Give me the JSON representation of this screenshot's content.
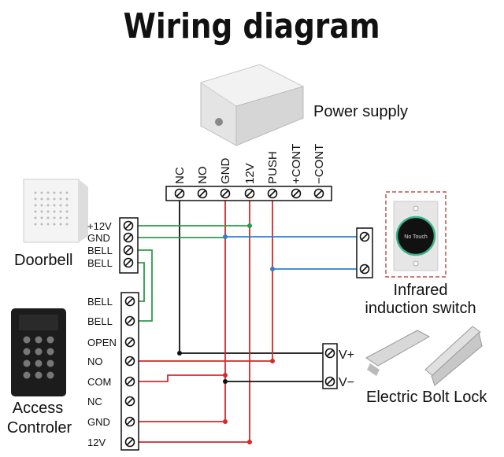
{
  "title": "Wiring diagram",
  "components": {
    "power_supply": {
      "label": "Power supply",
      "terminals": [
        "NC",
        "NO",
        "GND",
        "12V",
        "PUSH",
        "+CONT",
        "−CONT"
      ]
    },
    "doorbell": {
      "label": "Doorbell",
      "terminals": [
        "+12V",
        "GND",
        "BELL",
        "BELL"
      ]
    },
    "access_controller": {
      "label_line1": "Access",
      "label_line2": "Controler",
      "terminals": [
        "BELL",
        "BELL",
        "OPEN",
        "NO",
        "COM",
        "NC",
        "GND",
        "12V"
      ]
    },
    "infrared_switch": {
      "label_line1": "Infrared",
      "label_line2": "induction switch",
      "button_text": "No Touch"
    },
    "lock": {
      "label": "Electric Bolt Lock",
      "terminals": [
        "V+",
        "V−"
      ]
    }
  },
  "colors": {
    "red": "#d42a2a",
    "green": "#2e9b4a",
    "blue": "#2f7fd0",
    "black": "#111111",
    "dashed_frame": "#c0504d"
  }
}
